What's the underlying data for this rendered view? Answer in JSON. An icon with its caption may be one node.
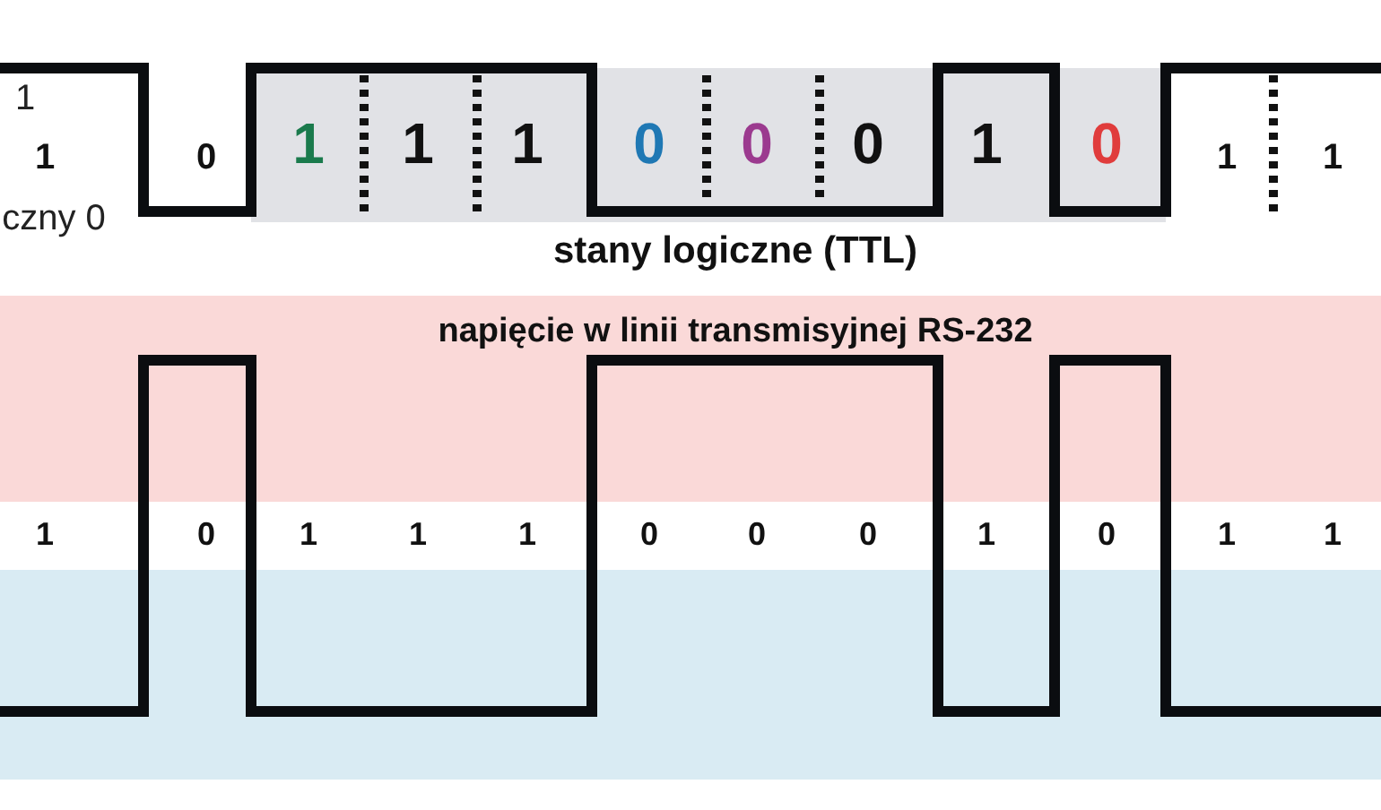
{
  "diagram": {
    "labels": [
      "1",
      "1",
      "czny 0",
      "0",
      "1",
      "1",
      "1",
      "0",
      "0",
      "0",
      "1",
      "0",
      "1",
      "1",
      "stany logiczne (TTL)",
      "napięcie w linii transmisyjnej RS-232",
      "1",
      "0",
      "1",
      "1",
      "1",
      "0",
      "0",
      "0",
      "1",
      "0",
      "1",
      "1"
    ]
  }
}
